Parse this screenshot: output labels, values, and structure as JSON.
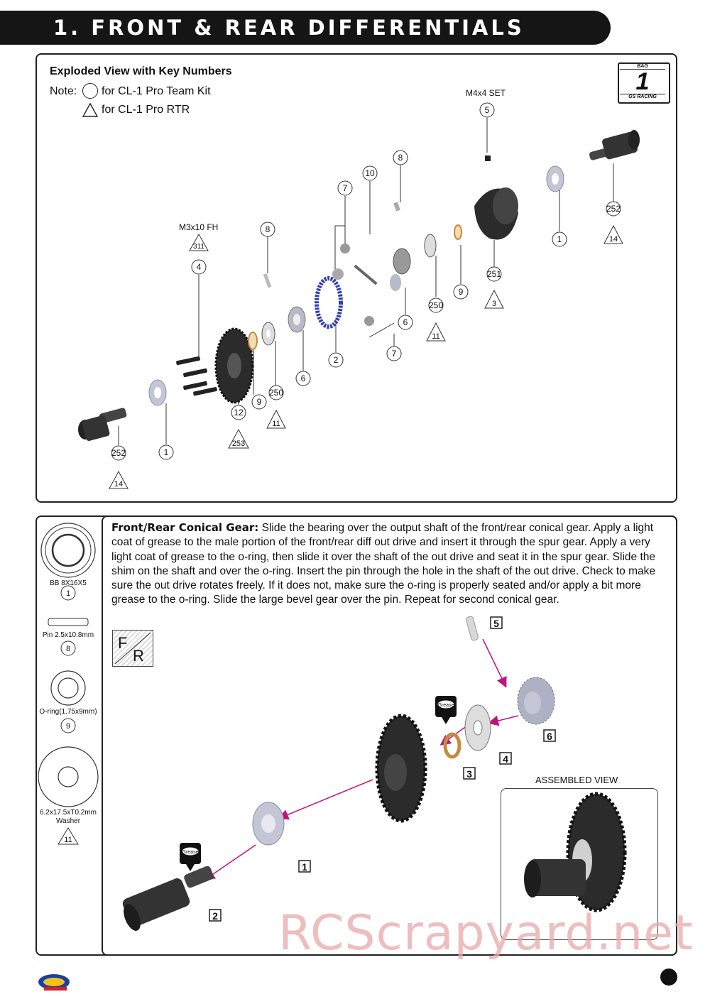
{
  "header": {
    "title": "1. FRONT & REAR DIFFERENTIALS"
  },
  "exploded_view": {
    "heading": "Exploded View with Key Numbers",
    "note_label": "Note:",
    "note_circle": "for CL-1 Pro Team Kit",
    "note_triangle": "for CL-1 Pro RTR",
    "badge": {
      "top": "BAG",
      "number": "1",
      "bottom": "GS RACING"
    },
    "labels": {
      "m4x4_set": "M4x4 SET",
      "m3x10_fh": "M3x10 FH"
    },
    "callouts": {
      "c5": "5",
      "c8a": "8",
      "c10": "10",
      "c7a": "7",
      "c8b": "8",
      "c4": "4",
      "c311": "311",
      "c251": "251",
      "c3": "3",
      "c1a": "1",
      "c252a": "252",
      "c14a": "14",
      "c9a": "9",
      "c250a": "250",
      "c11a": "11",
      "c6a": "6",
      "c7b": "7",
      "c2": "2",
      "c6b": "6",
      "c250b": "250",
      "c11b": "11",
      "c9b": "9",
      "c12": "12",
      "c253": "253",
      "c1b": "1",
      "c252b": "252",
      "c14b": "14"
    }
  },
  "legend": [
    {
      "caption": "BB 8X16X5",
      "key": "1"
    },
    {
      "caption": "Pin 2.5x10.8mm",
      "key": "8"
    },
    {
      "caption": "O-ring(1.75x9mm)",
      "key": "9"
    },
    {
      "caption": "6.2x17.5xT0.2mm",
      "caption2": "Washer",
      "key": "11"
    }
  ],
  "instructions": {
    "title": "Front/Rear Conical Gear:",
    "body": "Slide the bearing over the output shaft of the front/rear conical gear. Apply a light coat of grease to the male portion of the front/rear diff out drive and insert it through the spur gear. Apply a very light coat of grease to the o-ring, then slide it over the shaft of the out drive and seat it in the spur gear. Slide the shim on the shaft and over the o-ring. Insert the pin through the hole in the shaft of the out drive. Check to make sure the out drive rotates freely. If it does not, make sure the o-ring is properly seated and/or apply a bit more grease to the o-ring. Slide the large bevel gear over the pin. Repeat for second conical gear.",
    "fr_icon": {
      "f": "F",
      "r": "R"
    },
    "steps": {
      "s1": "1",
      "s2": "2",
      "s3": "3",
      "s4": "4",
      "s5": "5",
      "s6": "6"
    },
    "grease_label": "Grease",
    "assembled_label": "ASSEMBLED VIEW"
  },
  "watermark": "RCScrapyard.net",
  "colors": {
    "header_bg": "#151515",
    "arrow": "#c0147a",
    "watermark": "#e9a9a9",
    "part_dark": "#2b2b2b",
    "part_light": "#c4c6d6"
  }
}
